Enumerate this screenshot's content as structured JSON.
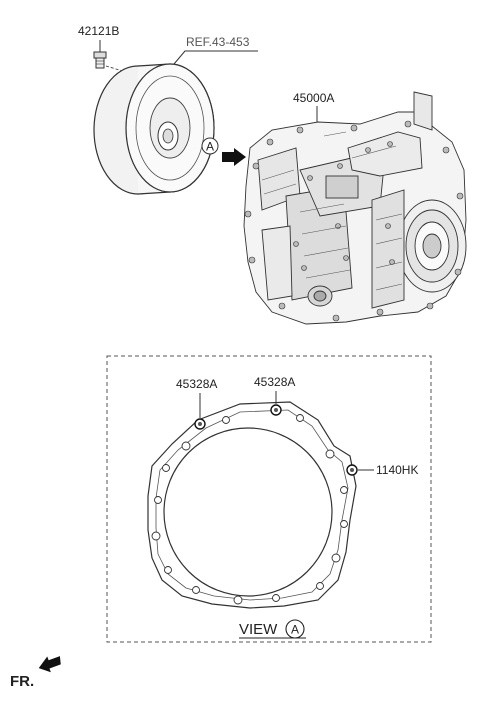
{
  "parts": {
    "bolt": "42121B",
    "reference": "REF.43-453",
    "transaxle": "45000A",
    "plug_left": "45328A",
    "plug_right": "45328A",
    "pin": "1140HK"
  },
  "view": {
    "label": "VIEW",
    "marker": "A"
  },
  "arrow_marker": "A",
  "front_label": "FR."
}
